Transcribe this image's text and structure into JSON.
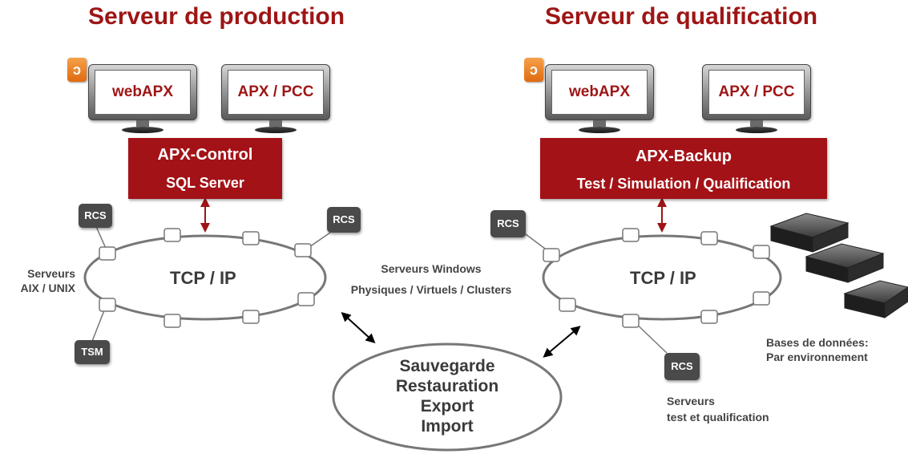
{
  "production": {
    "title": "Serveur de production",
    "monitors": [
      "webAPX",
      "APX / PCC"
    ],
    "control_box": {
      "line1": "APX-Control",
      "line2": "SQL Server"
    },
    "network_label": "TCP / IP",
    "nodes": [
      "RCS",
      "RCS",
      "TSM"
    ],
    "servers_label": [
      "Serveurs",
      "AIX / UNIX"
    ]
  },
  "qualification": {
    "title": "Serveur de qualification",
    "monitors": [
      "webAPX",
      "APX / PCC"
    ],
    "backup_box": {
      "line1": "APX-Backup",
      "line2": "Test / Simulation / Qualification"
    },
    "network_label": "TCP / IP",
    "nodes": [
      "RCS",
      "RCS"
    ],
    "servers_label": [
      "Serveurs",
      "test et qualification"
    ],
    "databases_label": [
      "Bases de données:",
      "Par environnement"
    ]
  },
  "center": {
    "windows_label": [
      "Serveurs Windows",
      "Physiques / Virtuels / Clusters"
    ],
    "operations": [
      "Sauvegarde",
      "Restauration",
      "Export",
      "Import"
    ]
  },
  "colors": {
    "accent": "#9e1515",
    "box": "#a31217",
    "chip": "#4a4a4a",
    "text": "#444444"
  },
  "icons": [
    "rss-icon",
    "monitor-icon",
    "server-icon"
  ]
}
